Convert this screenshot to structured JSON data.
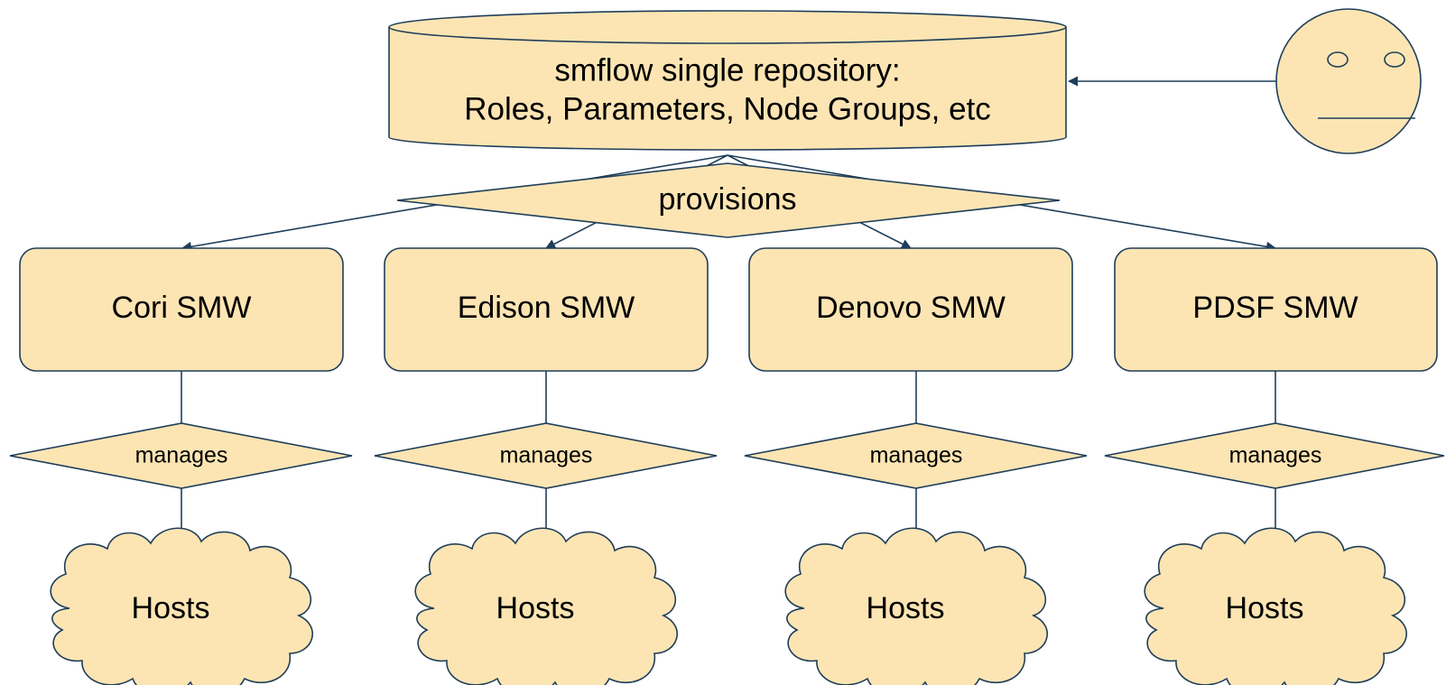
{
  "colors": {
    "fill": "#fce5b3",
    "stroke": "#1f3e5a",
    "text": "#000000"
  },
  "repository": {
    "line1": "smflow single repository:",
    "line2": "Roles, Parameters, Node Groups, etc"
  },
  "provisions": {
    "label": "provisions"
  },
  "user": {
    "icon": "face-icon"
  },
  "systems": [
    {
      "name": "Cori SMW",
      "relation": "manages",
      "hosts": "Hosts"
    },
    {
      "name": "Edison SMW",
      "relation": "manages",
      "hosts": "Hosts"
    },
    {
      "name": "Denovo SMW",
      "relation": "manages",
      "hosts": "Hosts"
    },
    {
      "name": "PDSF SMW",
      "relation": "manages",
      "hosts": "Hosts"
    }
  ]
}
